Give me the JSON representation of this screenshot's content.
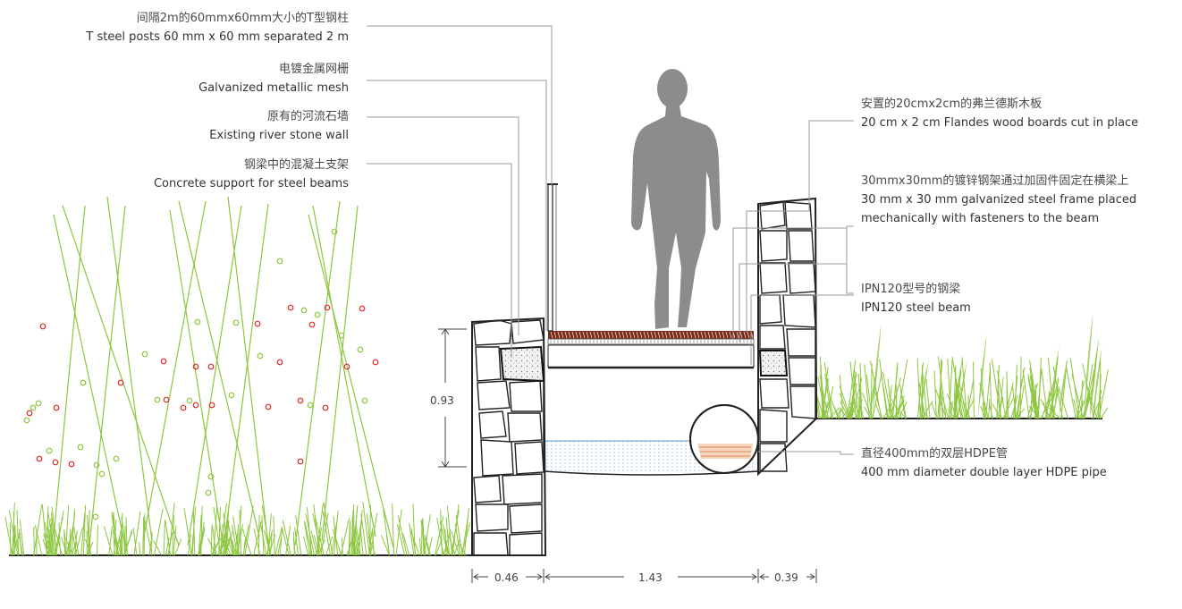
{
  "colors": {
    "leader": "#9a9a9a",
    "grass": "#8cc63f",
    "stone_fill": "#ffffff",
    "stone_stroke": "#222222",
    "person": "#8c8c8c",
    "deck_wood": "#7a2a1c",
    "water": "#7fa9d8",
    "dot_red": "#e02a2a",
    "dot_green": "#8cc63f",
    "pipe_fill": "#e9b48a"
  },
  "labels": {
    "t_posts": {
      "cn": "间隔2m的60mmx60mm大小的T型钢柱",
      "en": "T steel posts 60 mm x 60 mm separated 2 m"
    },
    "mesh": {
      "cn": "电镀金属网栅",
      "en": "Galvanized metallic mesh"
    },
    "stone_wall": {
      "cn": "原有的河流石墙",
      "en": "Existing river stone wall"
    },
    "concrete": {
      "cn": "钢梁中的混凝土支架",
      "en": "Concrete support for steel beams"
    },
    "wood": {
      "cn": "安置的20cmx2cm的弗兰德斯木板",
      "en": "20 cm x 2 cm Flandes wood boards cut in place"
    },
    "frame": {
      "cn": "30mmx30mm的镀锌钢架通过加固件固定在横梁上",
      "en1": "30 mm x 30 mm galvanized steel frame placed",
      "en2": "mechanically with fasteners to the beam"
    },
    "beam": {
      "cn": "IPN120型号的钢梁",
      "en": "IPN120 steel beam"
    },
    "pipe": {
      "cn": "直径400mm的双层HDPE管",
      "en": "400 mm diameter double layer HDPE pipe"
    }
  },
  "dimensions": {
    "height": "0.93",
    "left_wall": "0.46",
    "channel": "1.43",
    "right_wall": "0.39"
  },
  "icons": [
    "person-silhouette",
    "hdpe-pipe",
    "stone-wall-left",
    "stone-wall-right",
    "grass-left",
    "grass-right",
    "wood-deck"
  ]
}
